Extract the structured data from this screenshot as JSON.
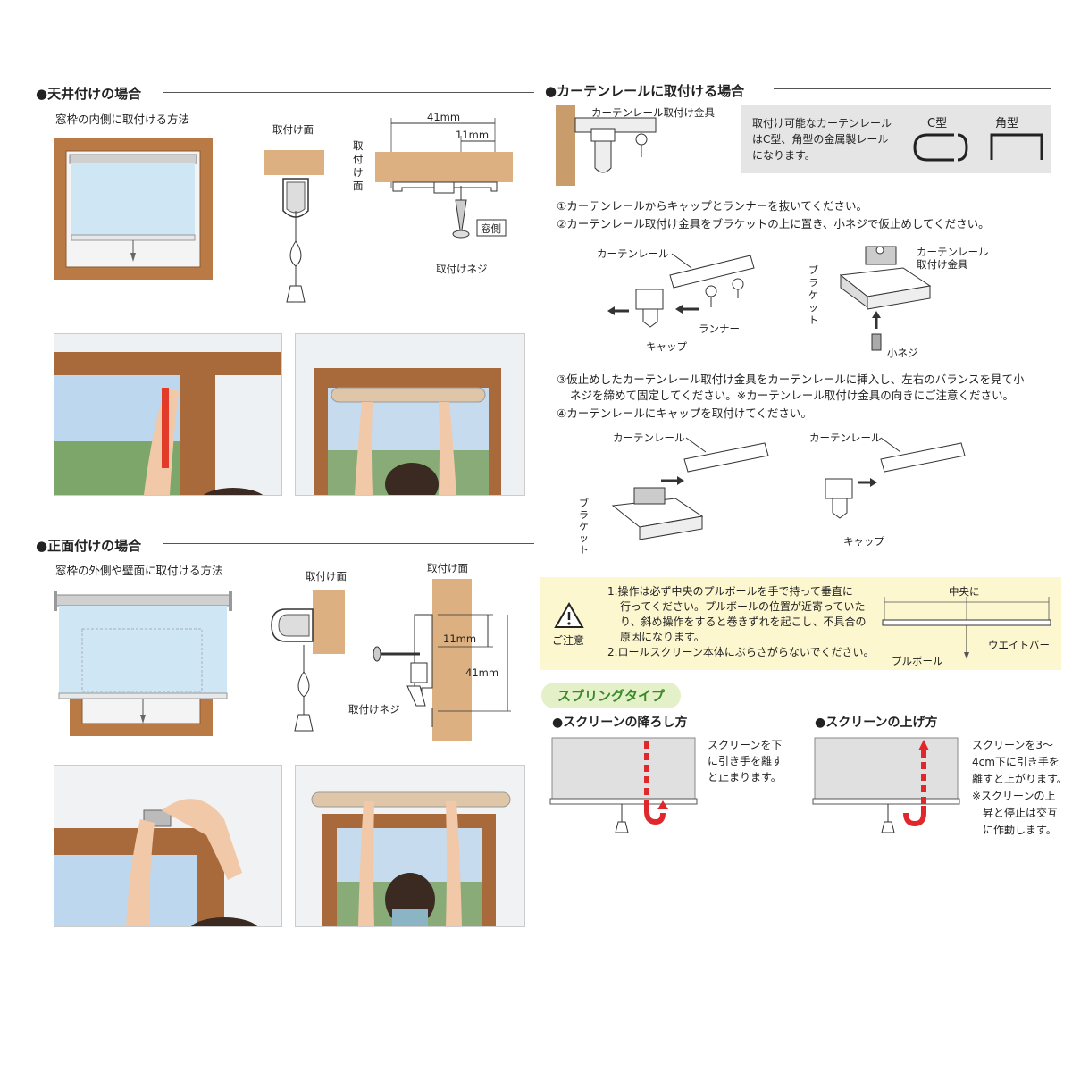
{
  "ceiling": {
    "title": "●天井付けの場合",
    "subtitle": "窓枠の内側に取付ける方法",
    "label_surface": "取付け面",
    "label_surface_side": "取付け面",
    "dim_41": "41mm",
    "dim_11": "11mm",
    "label_window_side": "窓側",
    "label_screw": "取付けネジ"
  },
  "front": {
    "title": "●正面付けの場合",
    "subtitle": "窓枠の外側や壁面に取付ける方法",
    "label_surface": "取付け面",
    "label_surface2": "取付け面",
    "label_screw": "取付けネジ",
    "dim_11": "11mm",
    "dim_41": "41mm"
  },
  "rail": {
    "title": "●カーテンレールに取付ける場合",
    "label_fitting": "カーテンレール取付け金具",
    "info_lines": [
      "取付け可能なカーテンレール",
      "はC型、角型の金属製レール",
      "になります。"
    ],
    "type_c": "C型",
    "type_square": "角型",
    "step1": "①カーテンレールからキャップとランナーを抜いてください。",
    "step2": "②カーテンレール取付け金具をブラケットの上に置き、小ネジで仮止めしてください。",
    "d1_rail": "カーテンレール",
    "d1_cap": "キャップ",
    "d1_runner": "ランナー",
    "d2_bracket": "ブラケット",
    "d2_fitting1": "カーテンレール",
    "d2_fitting2": "取付け金具",
    "d2_screw": "小ネジ",
    "step3a": "③仮止めしたカーテンレール取付け金具をカーテンレールに挿入し、左右のバランスを見て小",
    "step3b": "ネジを締めて固定してください。※カーテンレール取付け金具の向きにご注意ください。",
    "step4": "④カーテンレールにキャップを取付けてください。",
    "d3_rail": "カーテンレール",
    "d3_bracket": "ブラケット",
    "d4_rail": "カーテンレール",
    "d4_cap": "キャップ"
  },
  "caution": {
    "label": "ご注意",
    "lines": [
      "1.操作は必ず中央のプルボールを手で持って垂直に",
      "行ってください。プルボールの位置が近寄っていた",
      "り、斜め操作をすると巻きずれを起こし、不具合の",
      "原因になります。",
      "2.ロールスクリーン本体にぶらさがらないでください。"
    ],
    "center": "中央に",
    "weight_bar": "ウエイトバー",
    "pull_ball": "プルボール"
  },
  "spring": {
    "badge": "スプリングタイプ",
    "lower_title": "●スクリーンの降ろし方",
    "lower_lines": [
      "スクリーンを下",
      "に引き手を離す",
      "と止まります。"
    ],
    "raise_title": "●スクリーンの上げ方",
    "raise_lines": [
      "スクリーンを3～",
      "4cm下に引き手を",
      "離すと上がります。",
      "※スクリーンの上",
      "昇と停止は交互",
      "に作動します。"
    ]
  }
}
